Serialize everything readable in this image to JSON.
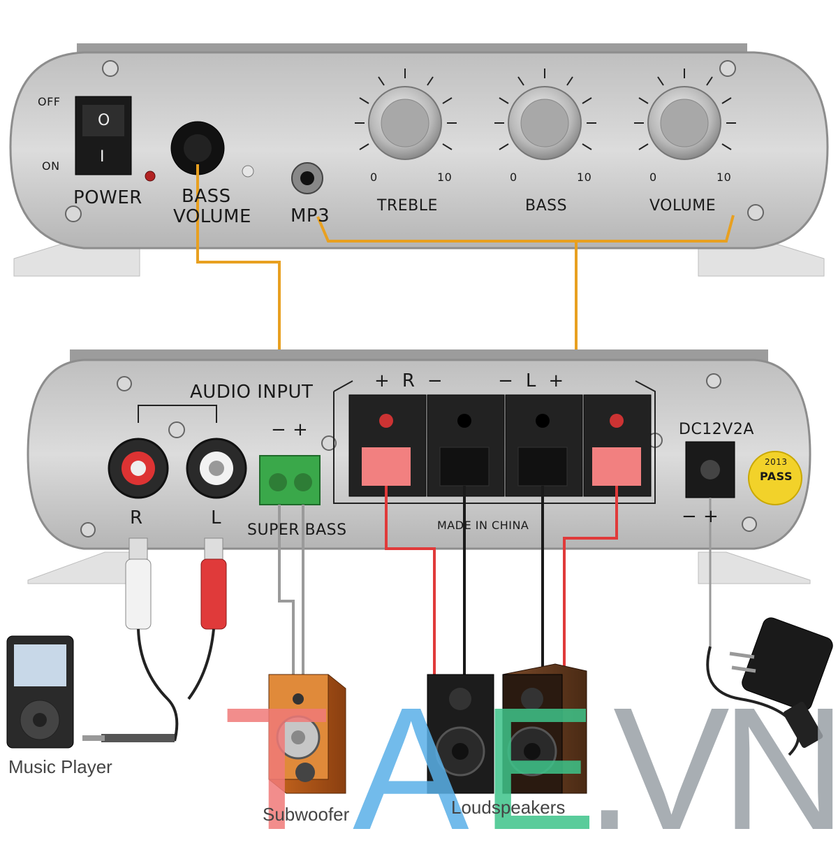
{
  "front_panel": {
    "switch_off": "OFF",
    "switch_on": "ON",
    "switch_top_symbol": "O",
    "switch_bottom_symbol": "I",
    "power": "POWER",
    "bass_volume_line1": "BASS",
    "bass_volume_line2": "VOLUME",
    "mp3": "MP3",
    "knobs": [
      {
        "name": "TREBLE",
        "min": "0",
        "max": "10"
      },
      {
        "name": "BASS",
        "min": "0",
        "max": "10"
      },
      {
        "name": "VOLUME",
        "min": "0",
        "max": "10"
      }
    ]
  },
  "back_panel": {
    "audio_input": "AUDIO INPUT",
    "rca_right": "R",
    "rca_left": "L",
    "sub_polarity": "−  +",
    "super_bass": "SUPER BASS",
    "speaker_terminals": "+  R  −         −  L  +",
    "made_in": "MADE IN CHINA",
    "dc": "DC12V2A",
    "pass_sticker": {
      "year": "2013",
      "text": "PASS"
    },
    "dc_polarity": "−  +"
  },
  "devices": {
    "music_player": "Music Player",
    "subwoofer": "Subwoofer",
    "loudspeakers": "Loudspeakers"
  },
  "watermark": {
    "letters": [
      "T",
      "A",
      "E",
      ".",
      "V",
      "N"
    ],
    "colors": [
      "#f07a78",
      "#5ab0e8",
      "#3ec48a",
      "#9aa0a6",
      "#9aa0a6",
      "#9aa0a6"
    ]
  },
  "colors": {
    "chassis": "#c8c8c8",
    "wire_orange": "#e8a020",
    "wire_red": "#e03a3a",
    "wire_black": "#1a1a1a",
    "wire_gray": "#9a9a9a"
  }
}
